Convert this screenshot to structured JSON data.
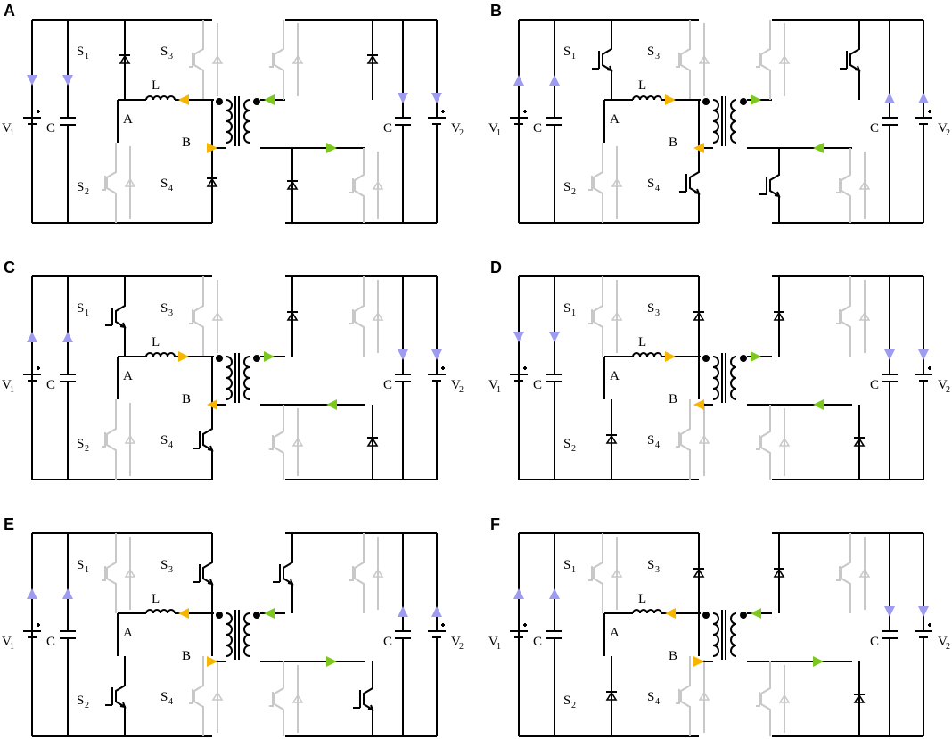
{
  "colors": {
    "active_wire": "#000000",
    "inactive_wire": "#c8c8c8",
    "dc_current_arrow": "#9e9cf0",
    "ac_primary_arrow": "#f7b500",
    "ac_secondary_arrow": "#7cc81e"
  },
  "labels": {
    "V1": "V",
    "V1_sub": "1",
    "V2": "V",
    "V2_sub": "2",
    "C": "C",
    "L": "L",
    "A": "A",
    "B": "B",
    "S": "S",
    "S1_sub": "1",
    "S2_sub": "2",
    "S3_sub": "3",
    "S4_sub": "4"
  },
  "panels": [
    {
      "letter": "A",
      "dc_left": "down",
      "dc_right": "down",
      "L_arrow": "left",
      "B_arrow": "right",
      "sec_top": "left",
      "sec_bot": "right",
      "left_devices": {
        "S1": "diode",
        "S2": "off",
        "S3": "off",
        "S4": "diode"
      },
      "right_devices": {
        "TL": "off",
        "TR": "diode",
        "BL": "diode",
        "BR": "off"
      }
    },
    {
      "letter": "B",
      "dc_left": "up",
      "dc_right": "up",
      "L_arrow": "right",
      "B_arrow": "left",
      "sec_top": "right",
      "sec_bot": "left",
      "left_devices": {
        "S1": "igbt",
        "S2": "off",
        "S3": "off",
        "S4": "igbt"
      },
      "right_devices": {
        "TL": "off",
        "TR": "igbt",
        "BL": "igbt",
        "BR": "off"
      }
    },
    {
      "letter": "C",
      "dc_left": "up",
      "dc_right": "down",
      "L_arrow": "right",
      "B_arrow": "left",
      "sec_top": "right",
      "sec_bot": "left",
      "left_devices": {
        "S1": "igbt",
        "S2": "off",
        "S3": "off",
        "S4": "igbt"
      },
      "right_devices": {
        "TL": "diode",
        "TR": "off",
        "BL": "off",
        "BR": "diode"
      }
    },
    {
      "letter": "D",
      "dc_left": "down",
      "dc_right": "down",
      "L_arrow": "right",
      "B_arrow": "left",
      "sec_top": "right",
      "sec_bot": "left",
      "left_devices": {
        "S1": "off",
        "S2": "diode",
        "S3": "diode",
        "S4": "off"
      },
      "right_devices": {
        "TL": "diode",
        "TR": "off",
        "BL": "off",
        "BR": "diode"
      }
    },
    {
      "letter": "E",
      "dc_left": "up",
      "dc_right": "up",
      "L_arrow": "left",
      "B_arrow": "right",
      "sec_top": "left",
      "sec_bot": "right",
      "left_devices": {
        "S1": "off",
        "S2": "igbt",
        "S3": "igbt",
        "S4": "off"
      },
      "right_devices": {
        "TL": "igbt",
        "TR": "off",
        "BL": "off",
        "BR": "igbt"
      }
    },
    {
      "letter": "F",
      "dc_left": "up",
      "dc_right": "down",
      "L_arrow": "left",
      "B_arrow": "right",
      "sec_top": "left",
      "sec_bot": "right",
      "left_devices": {
        "S1": "off",
        "S2": "diode",
        "S3": "diode",
        "S4": "off"
      },
      "right_devices": {
        "TL": "diode",
        "TR": "off",
        "BL": "off",
        "BR": "diode"
      }
    }
  ]
}
